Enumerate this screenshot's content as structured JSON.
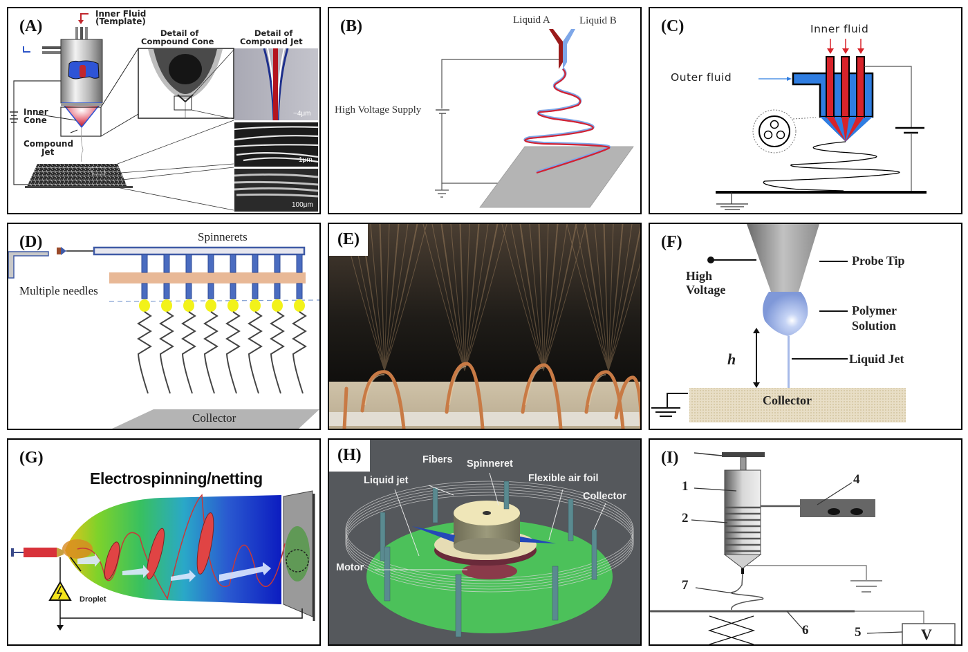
{
  "figure": {
    "title": "Electrospinning setups",
    "panels": {
      "A": {
        "label": "(A)",
        "inner_fluid": "Inner Fluid",
        "template": "(Template)",
        "detail_cone_1": "Detail of",
        "detail_cone_2": "Compound Cone",
        "detail_jet_1": "Detail of",
        "detail_jet_2": "Compound Jet",
        "inner_cone_1": "Inner",
        "inner_cone_2": "Cone",
        "compound_jet_1": "Compound",
        "compound_jet_2": "Jet",
        "scale_1": "~4μm",
        "scale_2": "1μm",
        "scale_3": "100μm"
      },
      "B": {
        "label": "(B)",
        "liquid_a": "Liquid A",
        "liquid_b": "Liquid B",
        "supply": "High Voltage Supply"
      },
      "C": {
        "label": "(C)",
        "inner_fluid": "Inner fluid",
        "outer_fluid": "Outer fluid"
      },
      "D": {
        "label": "(D)",
        "spinnerets": "Spinnerets",
        "multiple_needles": "Multiple needles",
        "collector": "Collector",
        "needle_count": 8
      },
      "E": {
        "label": "(E)",
        "description": "Photograph of needleless electrospinning from copper wire coil"
      },
      "F": {
        "label": "(F)",
        "probe_tip": "Probe Tip",
        "high": "High",
        "voltage": "Voltage",
        "polymer": "Polymer",
        "solution": "Solution",
        "h": "h",
        "liquid_jet": "Liquid Jet",
        "collector": "Collector"
      },
      "G": {
        "label": "(G)",
        "title": "Electrospinning/netting",
        "droplet": "Droplet"
      },
      "H": {
        "label": "(H)",
        "fibers": "Fibers",
        "spinneret": "Spinneret",
        "liquid_jet": "Liquid jet",
        "air_foil": "Flexible air foil",
        "collector": "Collector",
        "motor": "Motor"
      },
      "I": {
        "label": "(I)",
        "n1": "1",
        "n2": "2",
        "n4": "4",
        "n5": "5",
        "n6": "6",
        "n7": "7",
        "v": "V"
      }
    },
    "colors": {
      "red": "#d8232a",
      "blue": "#2f7de1",
      "dark_red": "#9b1b1b",
      "light_blue": "#7ea7e8",
      "yellow": "#f2f21a",
      "peach": "#e8b896",
      "green": "#4cc15a",
      "dark_gray_bg": "#55585c",
      "copper": "#c87a45"
    }
  }
}
